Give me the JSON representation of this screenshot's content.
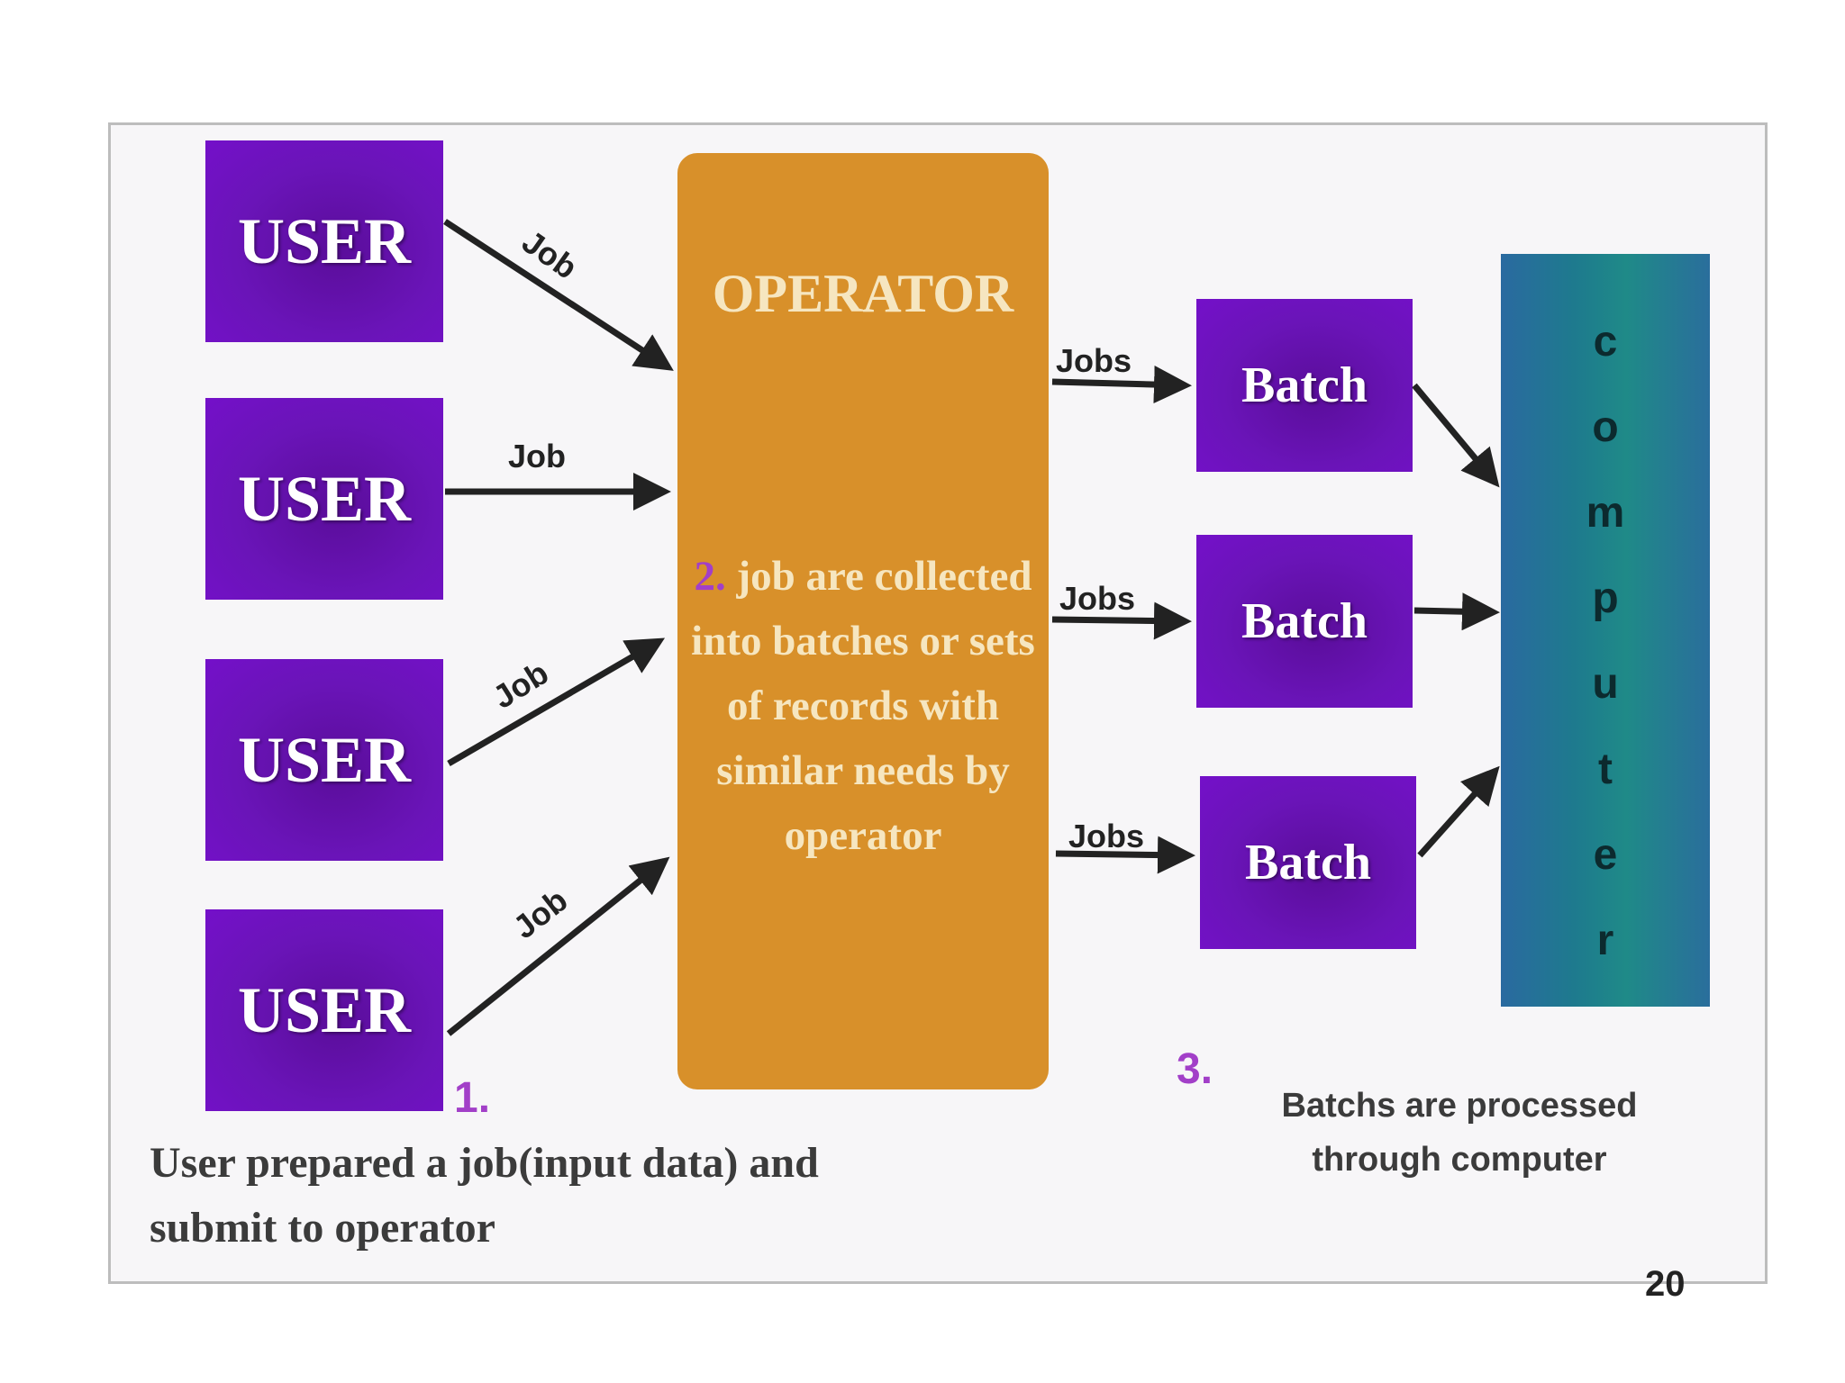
{
  "users": [
    {
      "label": "USER"
    },
    {
      "label": "USER"
    },
    {
      "label": "USER"
    },
    {
      "label": "USER"
    }
  ],
  "operator": {
    "title": "OPERATOR",
    "step_number": "2.",
    "description": "job are collected into batches or sets of records with similar needs by operator"
  },
  "batches": [
    {
      "label": "Batch"
    },
    {
      "label": "Batch"
    },
    {
      "label": "Batch"
    }
  ],
  "computer": {
    "letters": [
      "c",
      "o",
      "m",
      "p",
      "u",
      "t",
      "e",
      "r"
    ]
  },
  "arrow_labels": {
    "user_to_operator": [
      "Job",
      "Job",
      "Job",
      "Job"
    ],
    "operator_to_batch": [
      "Jobs",
      "Jobs",
      "Jobs"
    ]
  },
  "steps": {
    "step1_number": "1.",
    "step1_text": "User prepared a job(input data) and submit to operator",
    "step3_number": "3.",
    "step3_text": "Batchs are processed through computer"
  },
  "page_number": "20",
  "colors": {
    "user_box": "#6a14b8",
    "operator_box": "#d8902a",
    "computer_box": "#1f7a8c",
    "step_number": "#a23fc8"
  }
}
